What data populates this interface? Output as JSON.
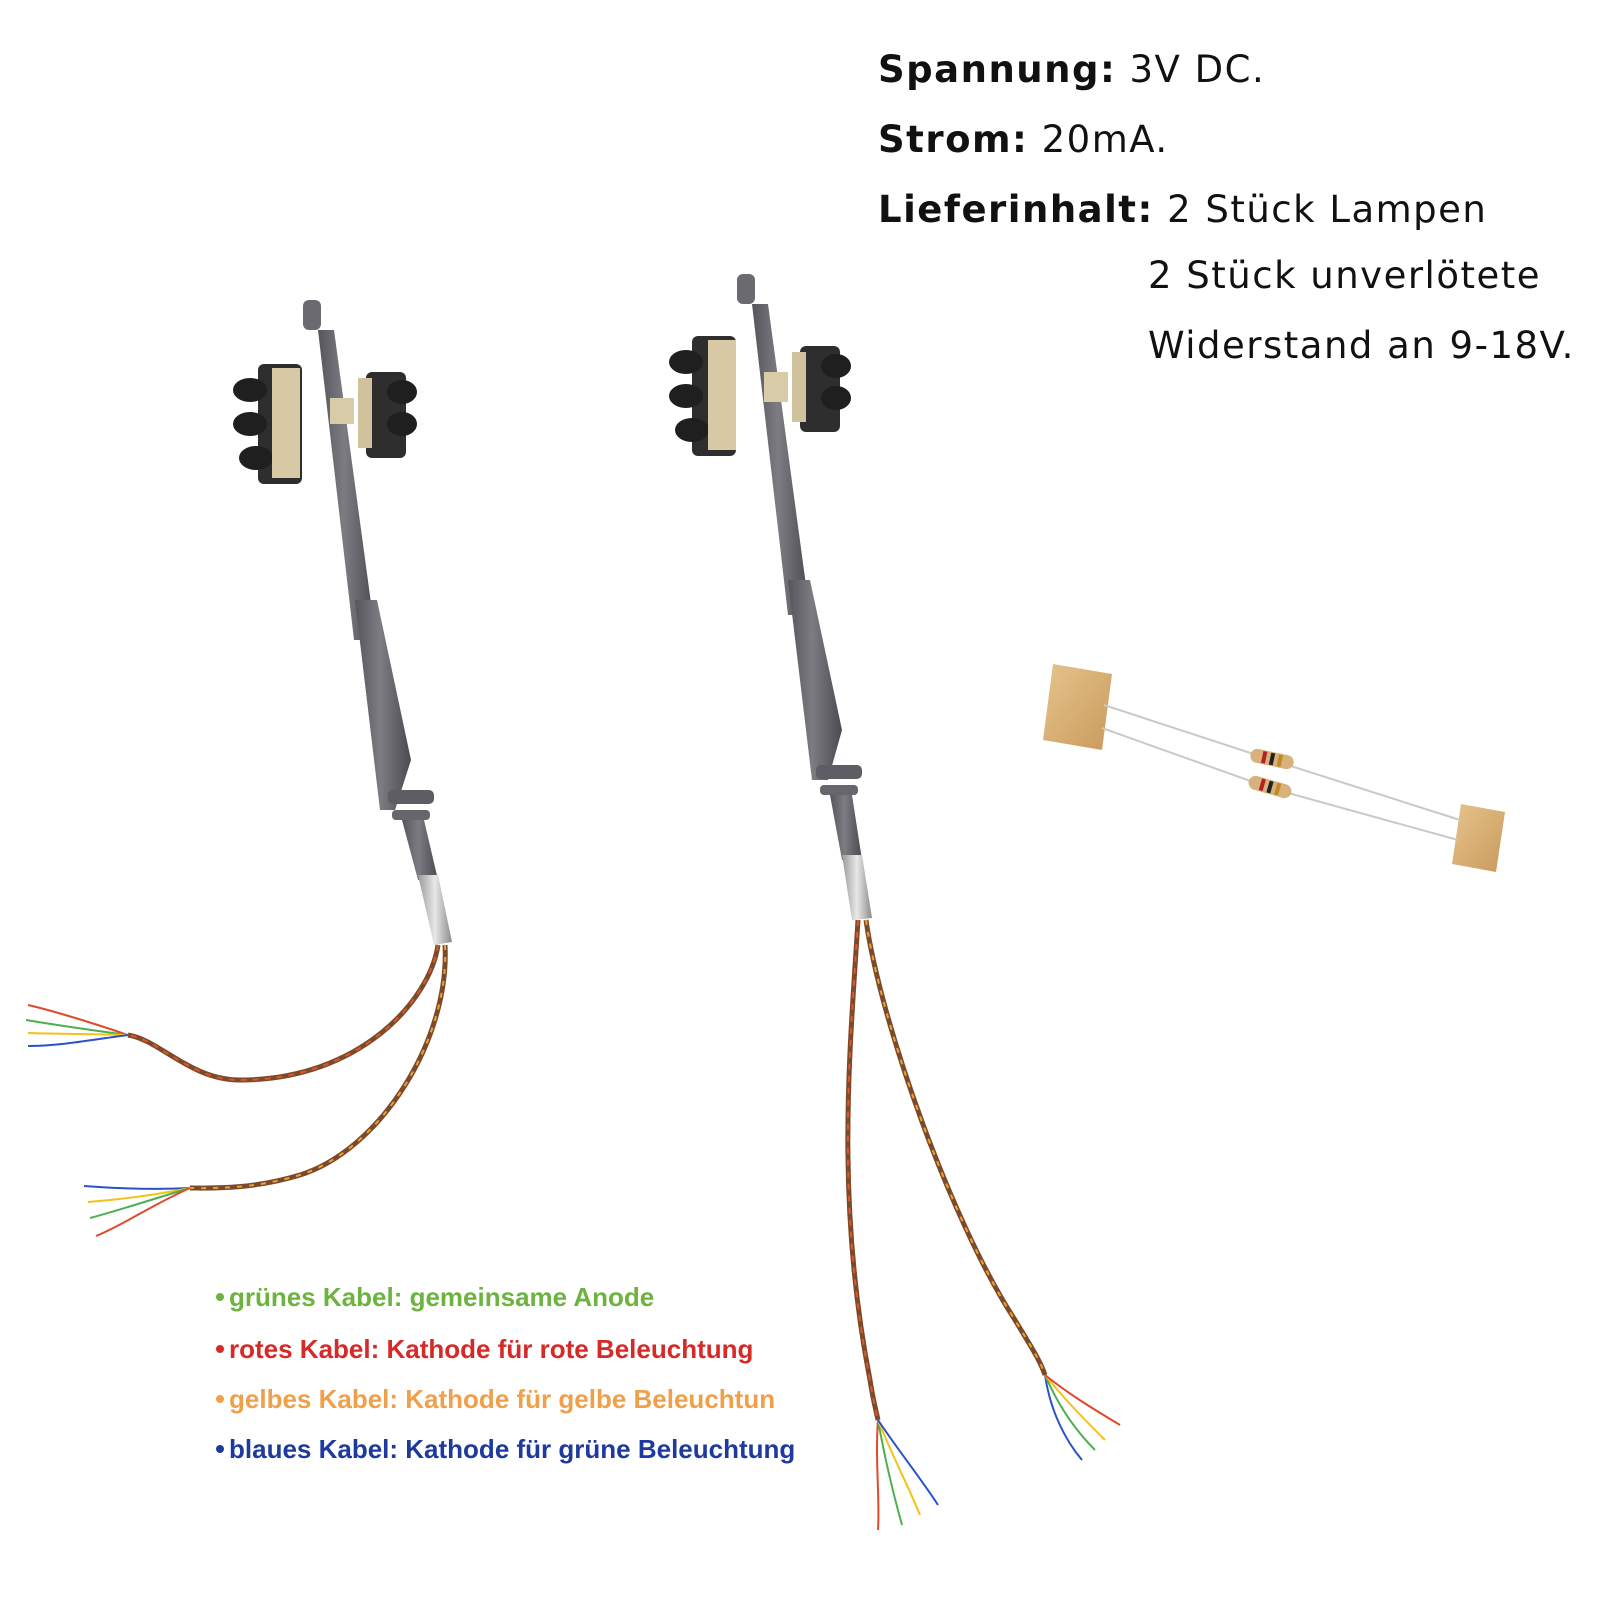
{
  "specs": {
    "voltage_label": "Spannung:",
    "voltage_value": "3V DC.",
    "current_label": "Strom:",
    "current_value": "20mA.",
    "contents_label": "Lieferinhalt:",
    "contents_line1": "2 Stück Lampen",
    "contents_line2": "2 Stück unverlötete",
    "contents_line3": "Widerstand an 9-18V."
  },
  "legend": [
    {
      "text": "grünes Kabel: gemeinsame Anode",
      "color": "#6db33f"
    },
    {
      "text": "rotes Kabel: Kathode für rote Beleuchtung",
      "color": "#d62a28"
    },
    {
      "text": "gelbes Kabel: Kathode für gelbe Beleuchtun",
      "color": "#f0a04b"
    },
    {
      "text": "blaues Kabel: Kathode für grüne Beleuchtung",
      "color": "#1e3a9e"
    }
  ],
  "images": [
    {
      "name": "traffic-light-lamp-left",
      "icon": "traffic-light-icon"
    },
    {
      "name": "traffic-light-lamp-right",
      "icon": "traffic-light-icon"
    },
    {
      "name": "resistor-pair",
      "icon": "resistor-icon"
    }
  ],
  "colors": {
    "pole": "#6e6e73",
    "pole_dark": "#4f4f55",
    "signal_head": "#2b2b2b",
    "bracket": "#d8cba8",
    "wire_red": "#e04a2a",
    "wire_green": "#4caf50",
    "wire_yellow": "#f2c21b",
    "wire_blue": "#2a52c9",
    "tape": "#d9b57e"
  }
}
